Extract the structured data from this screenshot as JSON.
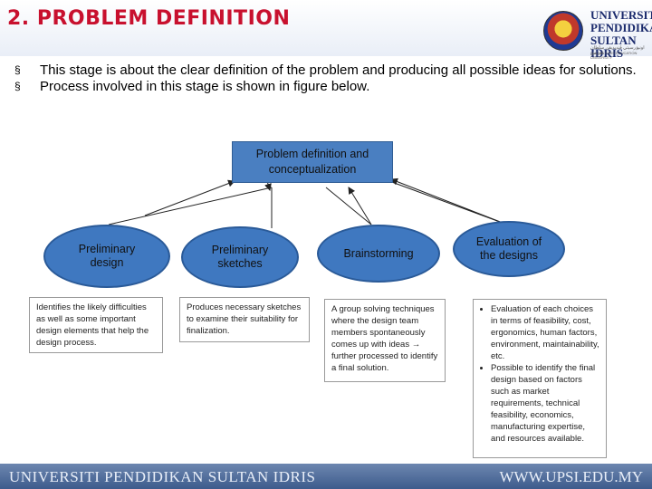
{
  "header": {
    "title": "2. PROBLEM DEFINITION"
  },
  "logo": {
    "line1": "UNIVERSITI",
    "line2": "PENDIDIKAN",
    "line3": "SULTAN IDRIS",
    "jawi": "اونيۏرسيتي ڤنديديقن سلطان ادريس",
    "subtitle": "SULTAN IDRIS EDUCATION UNIVERSITY"
  },
  "bullets": [
    {
      "mark": "§",
      "text": "This stage is about the clear definition of the problem and producing all possible ideas for solutions."
    },
    {
      "mark": "§",
      "text": "Process involved in this stage is shown in figure below."
    }
  ],
  "diagram": {
    "root": "Problem definition and conceptualization",
    "nodes": [
      {
        "label": "Preliminary design"
      },
      {
        "label": "Preliminary sketches"
      },
      {
        "label": "Brainstorming"
      },
      {
        "label": "Evaluation of the designs"
      }
    ],
    "descriptions": [
      {
        "text": "Identifies the likely difficulties as well as some important design elements that help the design process."
      },
      {
        "text": "Produces necessary sketches to examine their suitability for finalization."
      },
      {
        "text": "A group solving techniques where the design team members spontaneously comes up with ideas → further processed to identify a final solution."
      },
      {
        "items": [
          "Evaluation of each choices in terms of feasibility, cost, ergonomics, human factors, environment, maintainability, etc.",
          "Possible to identify the final design based on factors such as market requirements, technical feasibility, economics, manufacturing expertise, and resources available."
        ]
      }
    ]
  },
  "footer": {
    "left": "UNIVERSITI PENDIDIKAN SULTAN IDRIS",
    "right": "WWW.UPSI.EDU.MY"
  },
  "colors": {
    "title": "#c8102e",
    "node_fill": "#3f78c0",
    "root_fill": "#4a7fc1",
    "footer": "#4a6a9c"
  }
}
